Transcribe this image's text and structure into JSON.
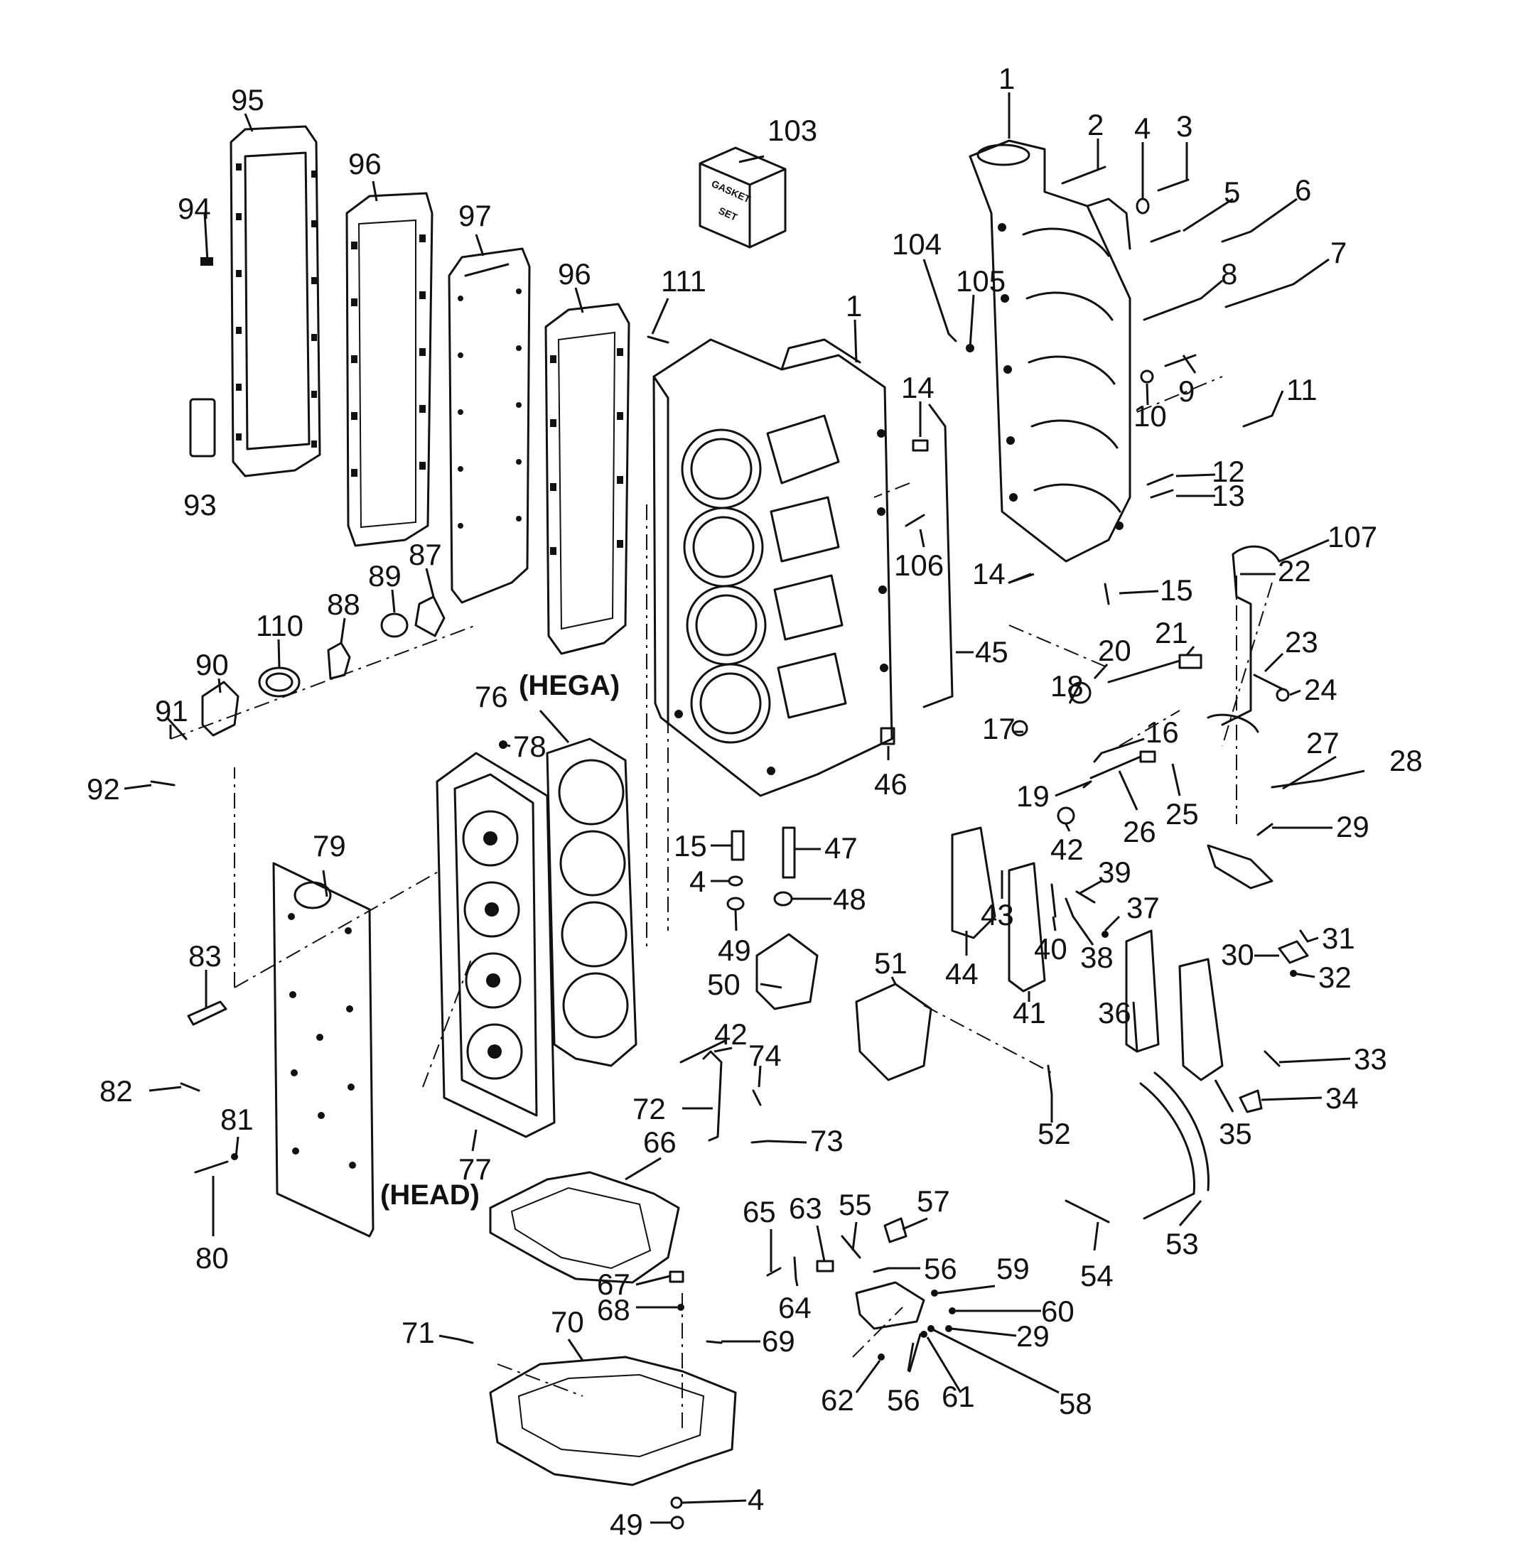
{
  "labels": {
    "95": "95",
    "96a": "96",
    "94": "94",
    "97": "97",
    "96b": "96",
    "93": "93",
    "103": "103",
    "111": "111",
    "1a": "1",
    "1b": "1",
    "2": "2",
    "4a": "4",
    "3": "3",
    "5": "5",
    "6": "6",
    "7": "7",
    "8": "8",
    "104": "104",
    "105": "105",
    "9": "9",
    "10": "10",
    "11": "11",
    "14a": "14",
    "12": "12",
    "13": "13",
    "106": "106",
    "14b": "14",
    "107": "107",
    "22": "22",
    "15a": "15",
    "87": "87",
    "89": "89",
    "88": "88",
    "110": "110",
    "90": "90",
    "91": "91",
    "92": "92",
    "45": "45",
    "21": "21",
    "23": "23",
    "20": "20",
    "18": "18",
    "24": "24",
    "17": "17",
    "16": "16",
    "76": "76",
    "78": "78",
    "46": "46",
    "27": "27",
    "28": "28",
    "19": "19",
    "25": "25",
    "42a": "42",
    "26": "26",
    "29a": "29",
    "79": "79",
    "15b": "15",
    "47": "47",
    "4b": "4",
    "48": "48",
    "39": "39",
    "43": "43",
    "37": "37",
    "49a": "49",
    "40": "40",
    "38": "38",
    "83": "83",
    "51": "51",
    "31": "31",
    "30": "30",
    "32": "32",
    "44": "44",
    "50": "50",
    "41": "41",
    "36": "36",
    "42b": "42",
    "74": "74",
    "33": "33",
    "82": "82",
    "34": "34",
    "72": "72",
    "81": "81",
    "52": "52",
    "35": "35",
    "77": "77",
    "66": "66",
    "73": "73",
    "80": "80",
    "65": "65",
    "63": "63",
    "55": "55",
    "57": "57",
    "53": "53",
    "56a": "56",
    "59": "59",
    "54": "54",
    "64": "64",
    "67": "67",
    "60": "60",
    "68": "68",
    "70": "70",
    "71": "71",
    "69": "69",
    "29b": "29",
    "62": "62",
    "56b": "56",
    "61": "61",
    "58": "58",
    "4c": "4",
    "49b": "49"
  },
  "captions": {
    "hega": "(HEGA)",
    "head": "(HEAD)"
  },
  "gasket_box": {
    "line1": "GASKET",
    "line2": "SET"
  }
}
